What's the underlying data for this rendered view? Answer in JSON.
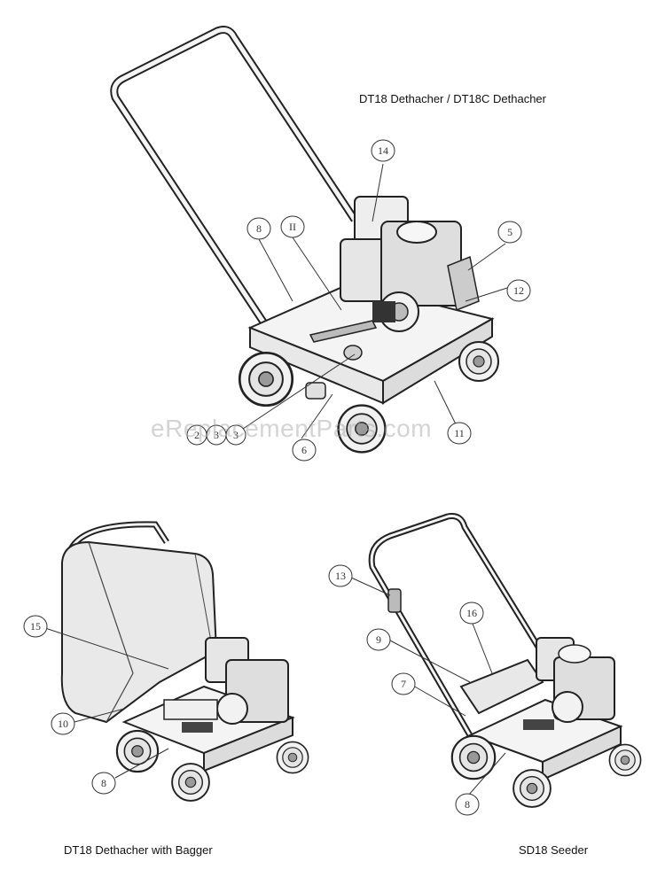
{
  "captions": {
    "top": "DT18 Dethacher / DT18C Dethacher",
    "bottom_left": "DT18 Dethacher with Bagger",
    "bottom_right": "SD18 Seeder"
  },
  "watermark": "eReplacementParts.com",
  "callouts": {
    "top": [
      "14",
      "8",
      "II",
      "5",
      "12",
      "2",
      "3",
      "3",
      "6",
      "11"
    ],
    "bottom_left": [
      "15",
      "10",
      "8"
    ],
    "bottom_right": [
      "13",
      "16",
      "9",
      "7",
      "8"
    ]
  },
  "colors": {
    "line": "#222222",
    "fill_light": "#f4f4f4",
    "fill_mid": "#d6d6d6",
    "fill_dark": "#555555"
  }
}
